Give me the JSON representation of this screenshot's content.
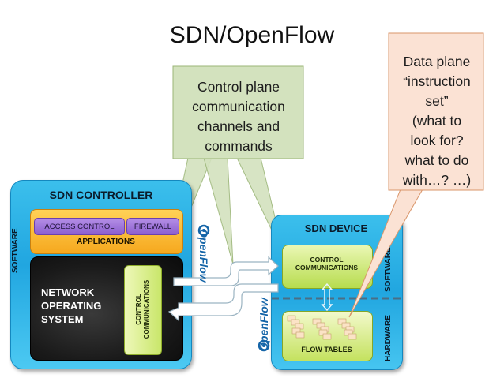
{
  "title": "SDN/OpenFlow",
  "callout_control": "Control plane communication channels and commands",
  "callout_control_lines": [
    "Control plane",
    "communication",
    "channels and",
    "commands"
  ],
  "callout_data_lines": [
    "Data plane",
    "“instruction",
    "set”",
    "(what to",
    "look for?",
    "what to do",
    "with…? …)"
  ],
  "controller": {
    "title": "SDN CONTROLLER",
    "software_label": "SOFTWARE",
    "apps": [
      "ACCESS CONTROL",
      "FIREWALL"
    ],
    "apps_label": "APPLICATIONS",
    "nos_lines": [
      "NETWORK",
      "OPERATING",
      "SYSTEM"
    ],
    "control_comm_lines": [
      "CONTROL",
      "COMMUNICATIONS"
    ]
  },
  "device": {
    "title": "SDN DEVICE",
    "control_comm_lines": [
      "CONTROL",
      "COMMUNICATIONS"
    ],
    "flow_tables_label": "FLOW TABLES",
    "software_label": "SOFTWARE",
    "hardware_label": "HARDWARE"
  },
  "openflow_label": "OpenFlow",
  "colors": {
    "blue_box": "#21a6e0",
    "green_box": "#b7dc4e",
    "callout_green": "#d3e2be",
    "callout_orange": "#fbe2d4",
    "apps_orange": "#f6a81e",
    "app_purple": "#8c5fcf"
  }
}
